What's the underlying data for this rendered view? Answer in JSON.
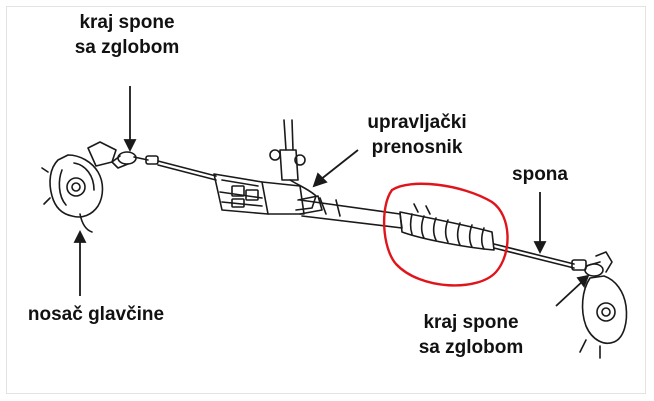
{
  "labels": {
    "tie_rod_end_left": [
      "kraj spone",
      "sa zglobom"
    ],
    "steering_gear": [
      "upravljački",
      "prenosnik"
    ],
    "tie_rod": "spona",
    "hub_carrier": "nosač glavčine",
    "tie_rod_end_right": [
      "kraj spone",
      "sa zglobom"
    ]
  },
  "colors": {
    "ink": "#1a1a1a",
    "highlight": "#e0141b",
    "frame": "#e3e3e3"
  }
}
